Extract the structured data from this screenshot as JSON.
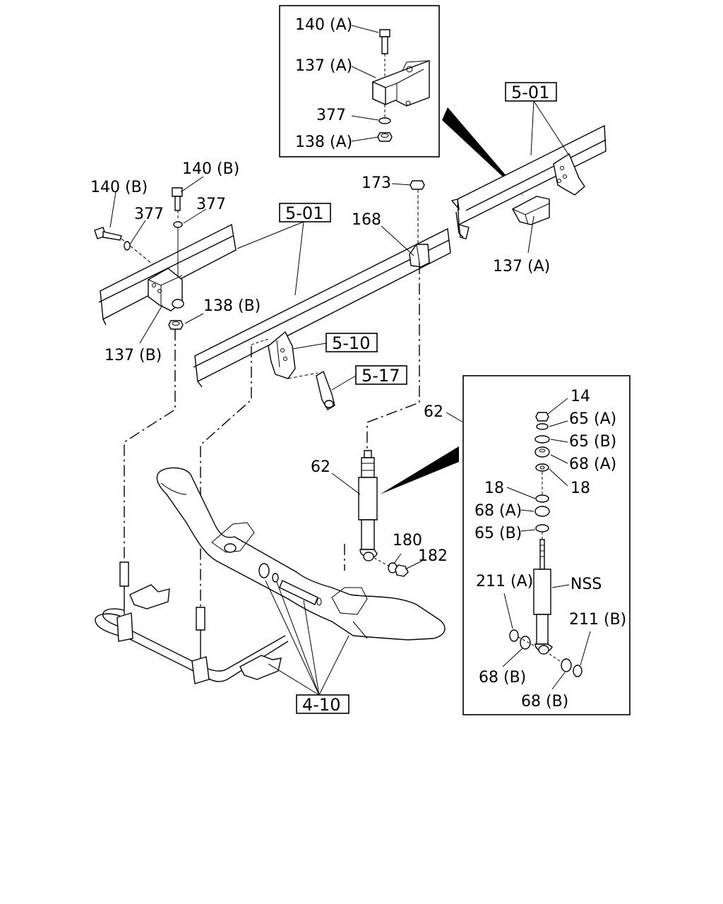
{
  "callouts": {
    "c140a_top": "140 (A)",
    "c137a_top": "137 (A)",
    "c377_top": "377",
    "c138a_top": "138 (A)",
    "c140b_left": "140 (B)",
    "c140b_mid": "140 (B)",
    "c377_left": "377",
    "c377_mid": "377",
    "c138b": "138 (B)",
    "c137b": "137 (B)",
    "c173": "173",
    "c168": "168",
    "c137a_right": "137 (A)",
    "c62_box": "62",
    "c62_main": "62",
    "c180": "180",
    "c182": "182",
    "c14": "14",
    "c65a": "65 (A)",
    "c65b_top": "65 (B)",
    "c68a_top": "68 (A)",
    "c18_left": "18",
    "c18_right": "18",
    "c68a_mid": "68 (A)",
    "c65b_mid": "65 (B)",
    "c211a": "211 (A)",
    "cnss": "NSS",
    "c211b": "211 (B)",
    "c68b_left": "68 (B)",
    "c68b_right": "68 (B)"
  },
  "refs": {
    "r501_right": "5-01",
    "r501_left": "5-01",
    "r510": "5-10",
    "r517": "5-17",
    "r410": "4-10"
  }
}
